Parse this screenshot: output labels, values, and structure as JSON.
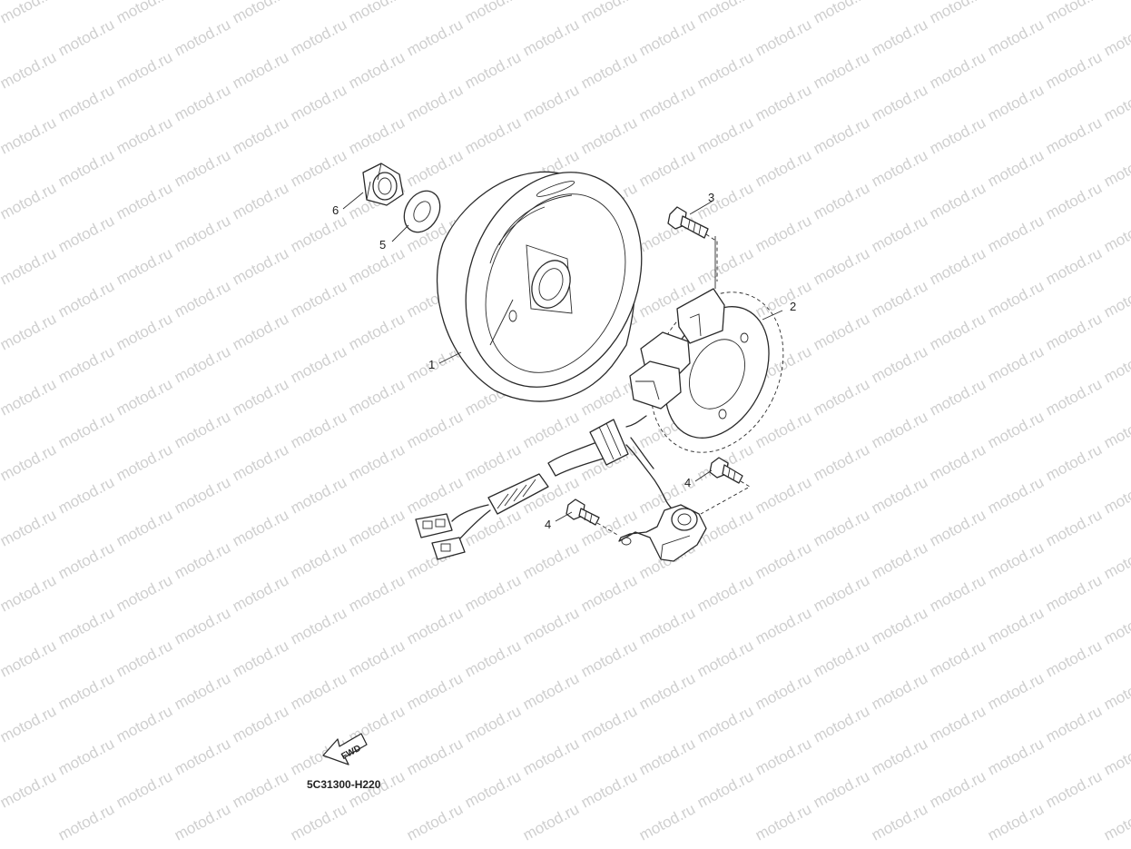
{
  "watermark": {
    "text": "motod.ru"
  },
  "parts": [
    {
      "ref": "1"
    },
    {
      "ref": "2"
    },
    {
      "ref": "3"
    },
    {
      "ref": "4"
    },
    {
      "ref": "4"
    },
    {
      "ref": "5"
    },
    {
      "ref": "6"
    }
  ],
  "fwd_label": "FWD",
  "diagram_code": "5C31300-H220"
}
